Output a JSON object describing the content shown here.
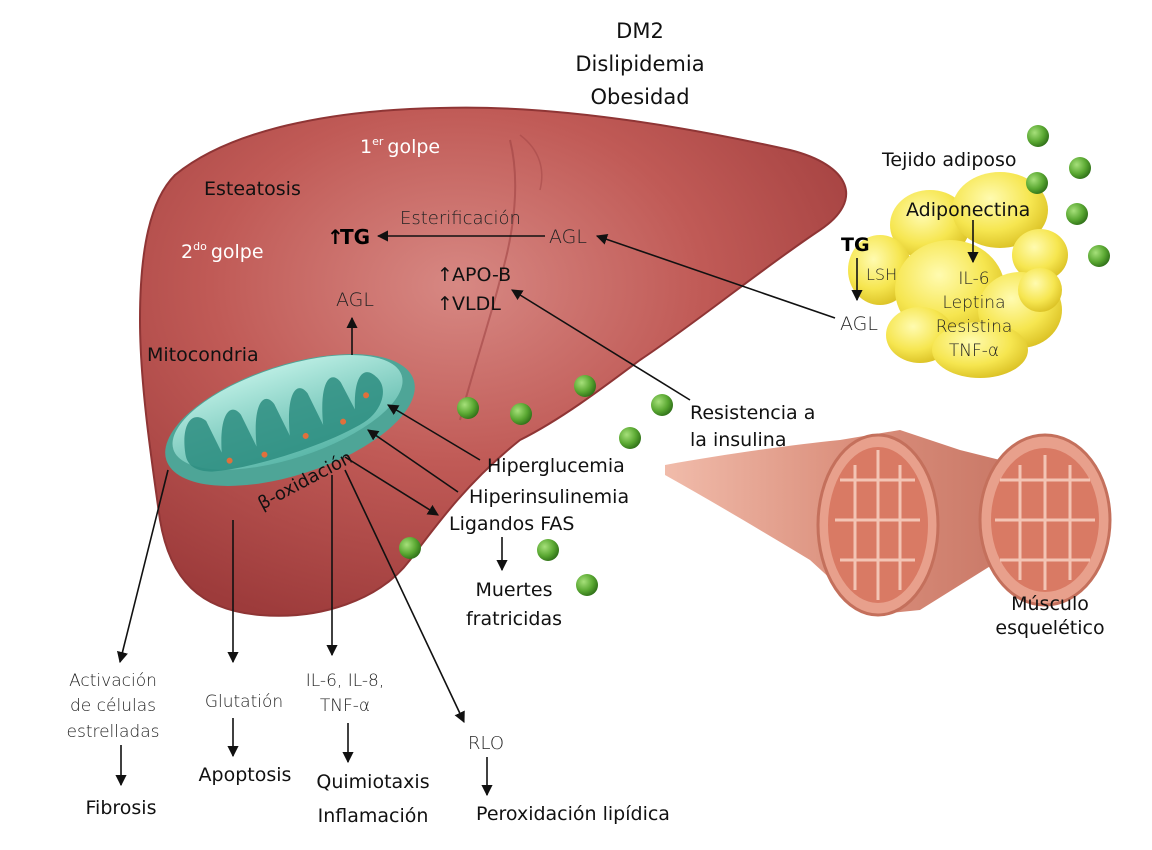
{
  "header": {
    "line1": "DM2",
    "line2": "Dislipidemia",
    "line3": "Obesidad"
  },
  "liver": {
    "hit1_num": "1",
    "hit1_sup": "er",
    "hit1_word": "golpe",
    "steatosis": "Esteatosis",
    "hit2_num": "2",
    "hit2_sup": "do",
    "hit2_word": "golpe",
    "tg": "TG",
    "esterification": "Esterificación",
    "agl_center": "AGL",
    "apob": "APO-B",
    "vldl": "VLDL",
    "agl_mito": "AGL",
    "mitochondria": "Mitocondria",
    "beta_ox": "β-oxidación",
    "up_arrow": "↑"
  },
  "adipose": {
    "title": "Tejido adiposo",
    "adiponectin": "Adiponectina",
    "tg": "TG",
    "lsh": "LSH",
    "agl": "AGL",
    "il6": "IL-6",
    "leptin": "Leptina",
    "resistin": "Resistina",
    "tnf": "TNF-α"
  },
  "mechanisms": {
    "insulin_res_1": "Resistencia a",
    "insulin_res_2": "la insulina",
    "hyperglycemia": "Hiperglucemia",
    "hyperinsulinemia": "Hiperinsulinemia",
    "fas": "Ligandos FAS",
    "fratricidal_1": "Muertes",
    "fratricidal_2": "fratricidas",
    "muscle_1": "Músculo",
    "muscle_2": "esquelético"
  },
  "outcomes": {
    "stellate_1": "Activación",
    "stellate_2": "de células",
    "stellate_3": "estrelladas",
    "fibrosis": "Fibrosis",
    "glutathione": "Glutatión",
    "apoptosis": "Apoptosis",
    "il_line1": "IL-6, IL-8,",
    "il_line2": "TNF-α",
    "chemotaxis": "Quimiotaxis",
    "inflammation": "Inflamación",
    "rlo": "RLO",
    "lipid_perox": "Peroxidación lipídica"
  },
  "colors": {
    "liver": "#b84a4a",
    "liver_light": "#cf6e6a",
    "mitochondria": "#7fd3c4",
    "adipose": "#f2e04a",
    "muscle": "#d98a76",
    "dot_green": "#5aa832"
  },
  "icons": {
    "arrow": "arrow-icon",
    "green_dot": "fatty-acid-dot-icon"
  }
}
